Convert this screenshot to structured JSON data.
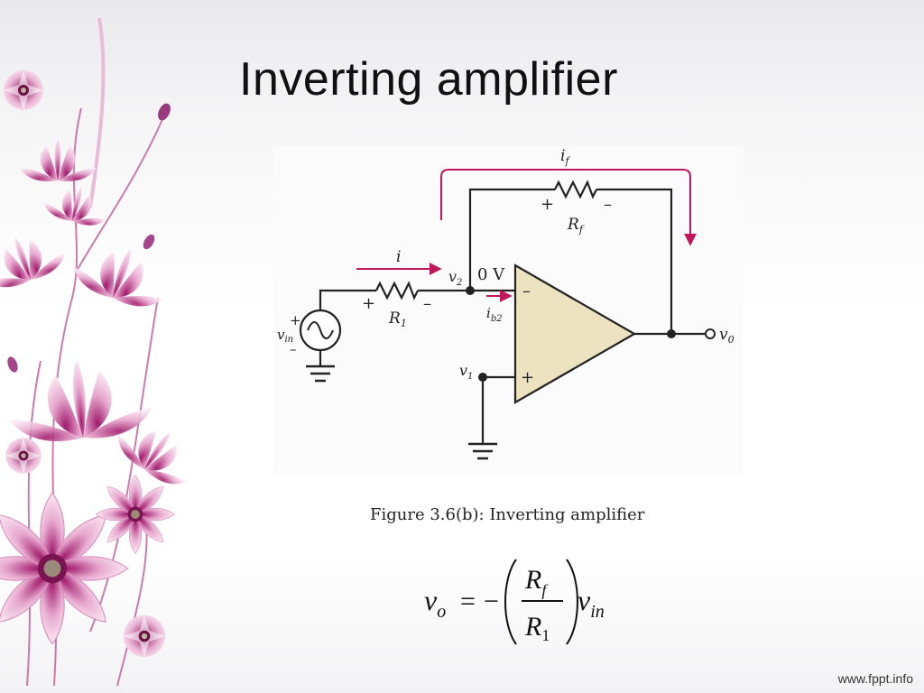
{
  "slide": {
    "title": "Inverting amplifier",
    "caption": "Figure 3.6(b): Inverting amplifier",
    "watermark": "www.fppt.info"
  },
  "circuit": {
    "labels": {
      "if_main": "i",
      "if_sub": "f",
      "rf_main": "R",
      "rf_sub": "f",
      "i": "i",
      "r1_main": "R",
      "r1_sub": "1",
      "v2_main": "v",
      "v2_sub": "2",
      "zero_v": "0 V",
      "ib2_main": "i",
      "ib2_sub": "b2",
      "vin_main": "v",
      "vin_sub": "in",
      "v1_main": "v",
      "v1_sub": "1",
      "vo_main": "v",
      "vo_sub": "0",
      "plus": "+",
      "minus": "–"
    },
    "colors": {
      "current_arrow": "#c2185b",
      "opamp_fill": "#ede2bf",
      "wire": "#222222"
    }
  },
  "formula": {
    "lhs_main": "v",
    "lhs_sub": "o",
    "equals": "=",
    "neg": "−",
    "num_main": "R",
    "num_sub": "f",
    "den_main": "R",
    "den_sub": "1",
    "rhs_main": "v",
    "rhs_sub": "in"
  },
  "theme": {
    "flower_primary": "#b5277f",
    "flower_light": "#f3d2e6",
    "flower_center": "#6a1145"
  }
}
